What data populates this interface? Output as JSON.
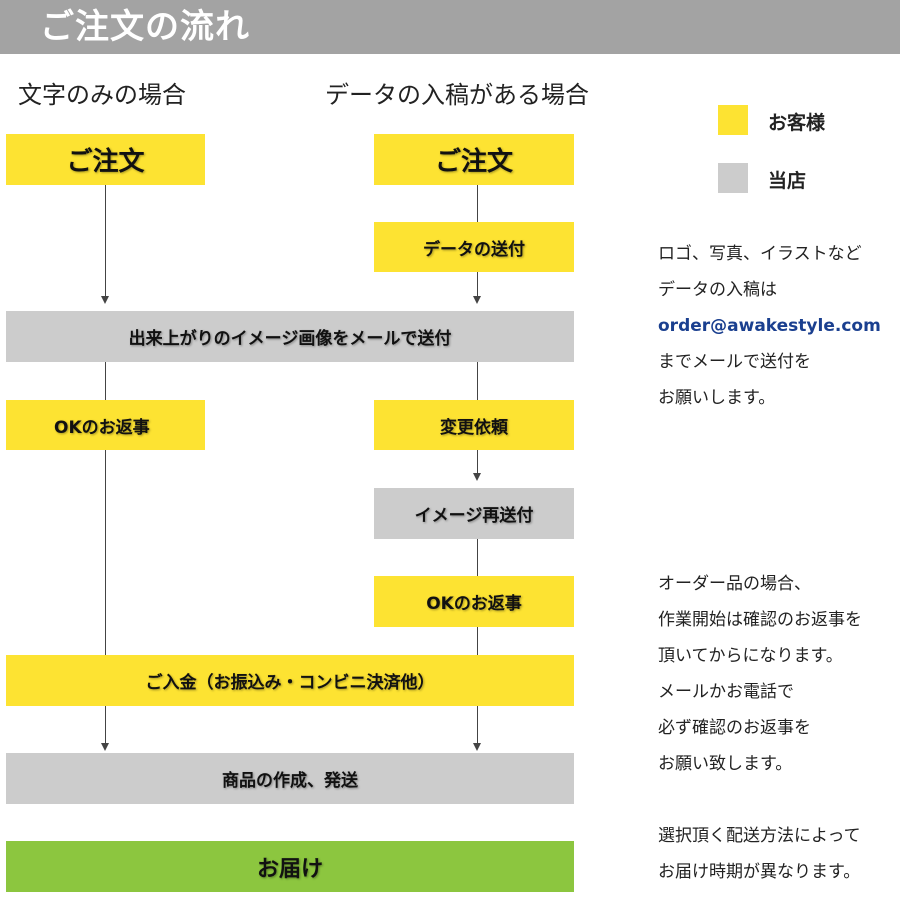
{
  "header": {
    "title": "ご注文の流れ"
  },
  "columns": {
    "text_only": "文字のみの場合",
    "with_data": "データの入稿がある場合"
  },
  "steps": {
    "order_left": "ご注文",
    "order_right": "ご注文",
    "send_data": "データの送付",
    "send_image": "出来上がりのイメージ画像をメールで送付",
    "ok_reply_left": "OKのお返事",
    "change_request": "変更依頼",
    "resend_image": "イメージ再送付",
    "ok_reply_right": "OKのお返事",
    "payment": "ご入金（お振込み・コンビニ決済他）",
    "production": "商品の作成、発送",
    "delivery": "お届け"
  },
  "legend": {
    "customer": {
      "label": "お客様",
      "color": "#fde332"
    },
    "shop": {
      "label": "当店",
      "color": "#cccccc"
    }
  },
  "notes": {
    "data_submission": [
      "ロゴ、写真、イラストなど",
      "データの入稿は",
      "order@awakestyle.com",
      "までメールで送付を",
      "お願いします。"
    ],
    "custom_order": [
      "オーダー品の場合、",
      "作業開始は確認のお返事を",
      "頂いてからになります。",
      "メールかお電話で",
      "必ず確認のお返事を",
      "お願い致します。"
    ],
    "shipping": [
      "選択頂く配送方法によって",
      "お届け時期が異なります。"
    ]
  },
  "colors": {
    "customer": "#fde332",
    "shop": "#cccccc",
    "delivery": "#8cc63f",
    "header": "#a3a3a3",
    "email": "#1a3f8f"
  }
}
